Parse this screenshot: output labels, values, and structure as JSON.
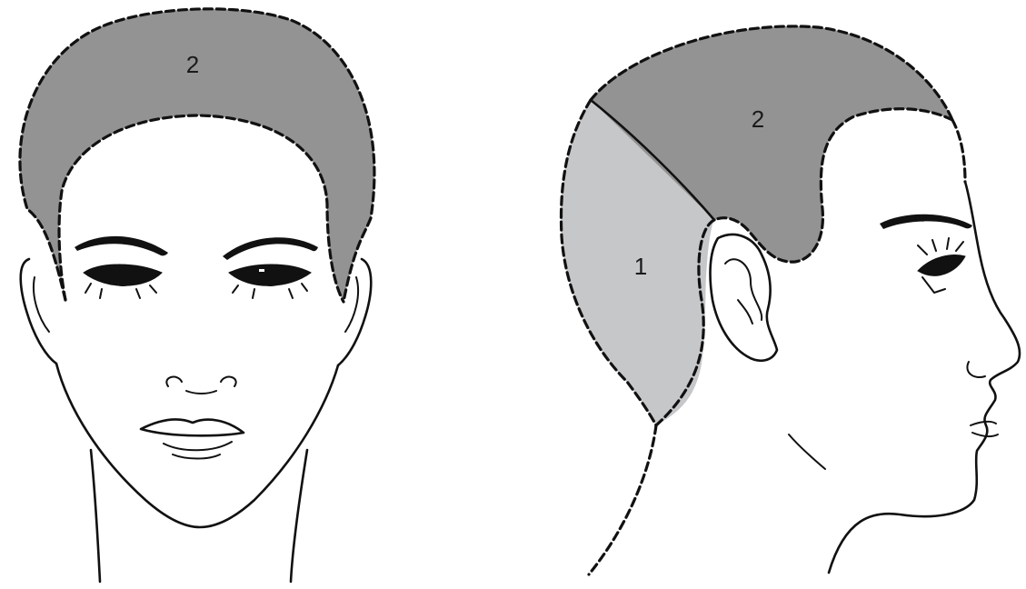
{
  "diagram": {
    "front_view": {
      "zone_label": "2",
      "zone_fill": "#939393"
    },
    "side_view": {
      "zone_labels": [
        "1",
        "2"
      ],
      "zone_1_fill": "#c6c7c9",
      "zone_2_fill": "#939393"
    }
  }
}
